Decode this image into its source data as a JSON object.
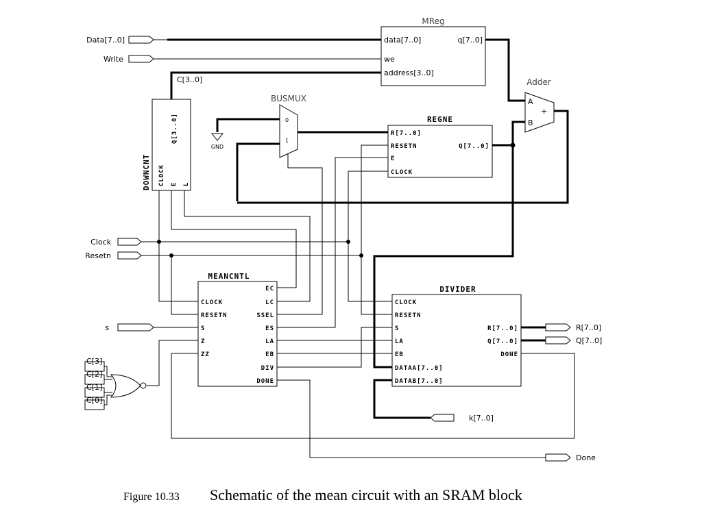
{
  "inputs": {
    "data": "Data[7..0]",
    "write": "Write",
    "clock": "Clock",
    "resetn": "Resetn",
    "s": "s",
    "c3": "C[3]",
    "c2": "C[2]",
    "c1": "C[1]",
    "c0": "C[0]",
    "k": "k[7..0]"
  },
  "outputs": {
    "r": "R[7..0]",
    "q": "Q[7..0]",
    "done": "Done"
  },
  "mreg": {
    "title": "MReg",
    "data_port": "data[7..0]",
    "we_port": "we",
    "address_port": "address[3..0]",
    "q_port": "q[7..0]"
  },
  "bus_c": "C[3..0]",
  "adder": {
    "title": "Adder",
    "a": "A",
    "b": "B",
    "plus": "+"
  },
  "busmux": {
    "title": "BUSMUX",
    "in0": "0",
    "in1": "1",
    "gnd": "GND"
  },
  "regne": {
    "title": "REGNE",
    "r": "R[7..0]",
    "resetn": "RESETN",
    "e": "E",
    "clock": "CLOCK",
    "q": "Q[7..0]"
  },
  "downcnt": {
    "title": "DOWNCNT",
    "q": "Q[3..0]",
    "clock": "CLOCK",
    "e": "E",
    "l": "L"
  },
  "meancntl": {
    "title": "MEANCNTL",
    "clock": "CLOCK",
    "resetn": "RESETN",
    "s": "S",
    "z": "Z",
    "zz": "ZZ",
    "ec": "EC",
    "lc": "LC",
    "ssel": "SSEL",
    "es": "ES",
    "la": "LA",
    "eb": "EB",
    "div": "DIV",
    "done": "DONE"
  },
  "divider": {
    "title": "DIVIDER",
    "clock": "CLOCK",
    "resetn": "RESETN",
    "s": "S",
    "la": "LA",
    "eb": "EB",
    "dataa": "DATAA[7..0]",
    "datab": "DATAB[7..0]",
    "r": "R[7..0]",
    "q": "Q[7..0]",
    "done": "DONE"
  },
  "caption": {
    "figure": "Figure 10.33",
    "text": "Schematic of the mean circuit with an SRAM block"
  }
}
